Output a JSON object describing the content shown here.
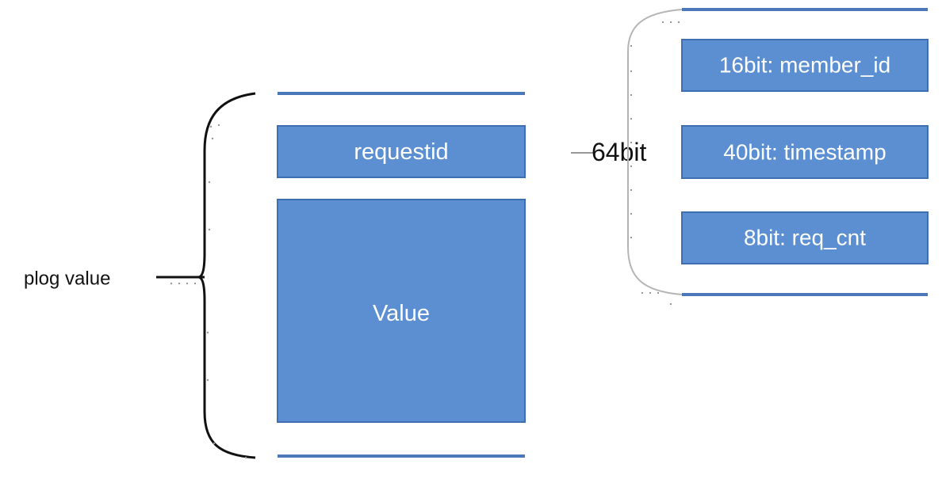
{
  "diagram": {
    "main_label": "plog value",
    "request_id_label": "requestid",
    "value_label": "Value",
    "width_label": "64bit",
    "fields": [
      "16bit: member_id",
      "40bit: timestamp",
      "8bit: req_cnt"
    ]
  },
  "colors": {
    "box_fill": "#5b8fd2",
    "box_border": "#3f6fb0",
    "rule_line": "#4a78b8",
    "bracket_black": "#111111",
    "bracket_gray": "#b5b5b5",
    "box_text": "#ffffff"
  }
}
